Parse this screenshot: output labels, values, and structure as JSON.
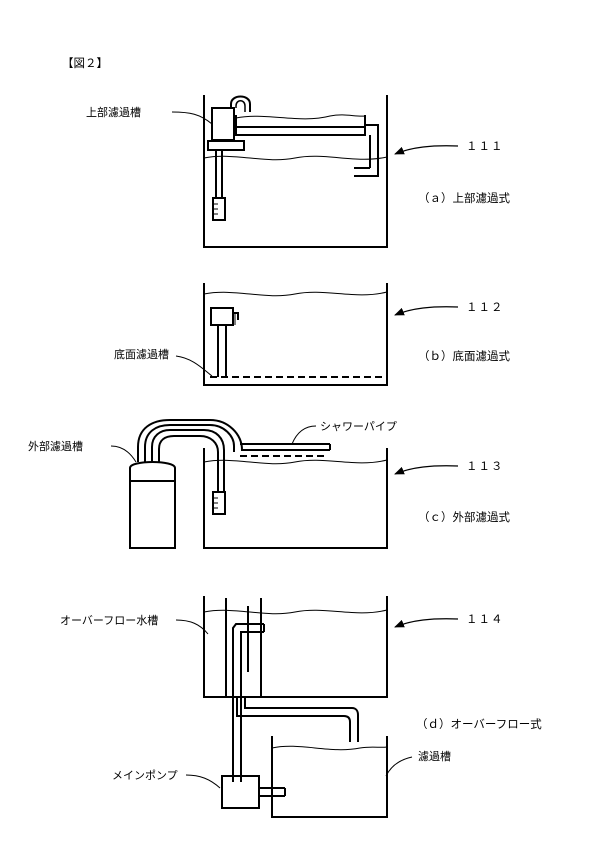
{
  "figure_label": "【図２】",
  "panels": {
    "a": {
      "ref_number": "１１１",
      "caption": "（ａ）上部濾過式",
      "label_filter": "上部濾過槽"
    },
    "b": {
      "ref_number": "１１２",
      "caption": "（ｂ）底面濾過式",
      "label_filter": "底面濾過槽"
    },
    "c": {
      "ref_number": "１１３",
      "caption": "（ｃ）外部濾過式",
      "label_filter": "外部濾過槽",
      "label_pipe": "シャワーパイプ"
    },
    "d": {
      "ref_number": "１１４",
      "caption": "（ｄ）オーバーフロー式",
      "label_tank": "オーバーフロー水槽",
      "label_pump": "メインポンプ",
      "label_filter": "濾過槽"
    }
  },
  "colors": {
    "line": "#000000",
    "background": "#ffffff"
  }
}
